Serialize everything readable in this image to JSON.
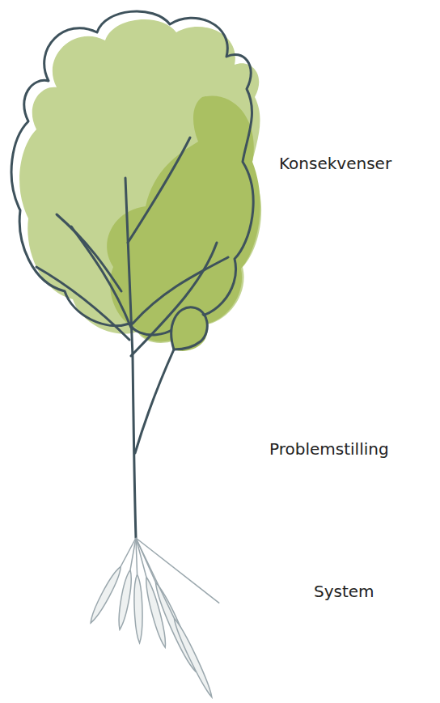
{
  "diagram": {
    "labels": [
      "Konsekvenser",
      "Problemstilling",
      "System"
    ]
  }
}
